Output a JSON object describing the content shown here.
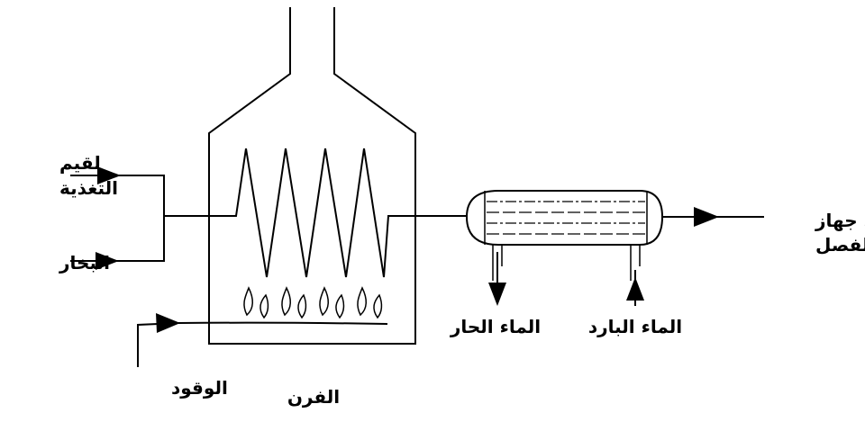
{
  "labels": {
    "feed": [
      "لقيم",
      "التغذية"
    ],
    "steam": "البخار",
    "fuel": "الوقود",
    "furnace": "الفرن",
    "hot_water": "الماء الحار",
    "cold_water": "الماء البارد",
    "to_separator": [
      "إلى جهاز",
      "الفصل"
    ]
  },
  "colors": {
    "stroke": "#000000",
    "background": "#ffffff"
  }
}
